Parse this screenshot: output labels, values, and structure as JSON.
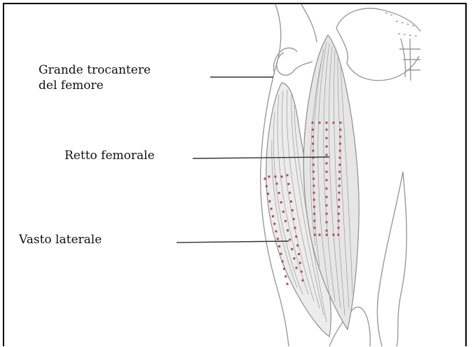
{
  "labels": {
    "greater_trochanter_line1": "Grande trocantere",
    "greater_trochanter_line2": "del femore",
    "rectus_femoris": "Retto femorale",
    "vastus_lateralis": "Vasto laterale"
  },
  "colors": {
    "outline": "#9a9a9a",
    "muscle_fiber": "#8e8e8e",
    "muscle_fill": "#e9e9e9",
    "stimulation_dots": "#b0475a",
    "leader_line": "#333333",
    "frame": "#000000"
  }
}
